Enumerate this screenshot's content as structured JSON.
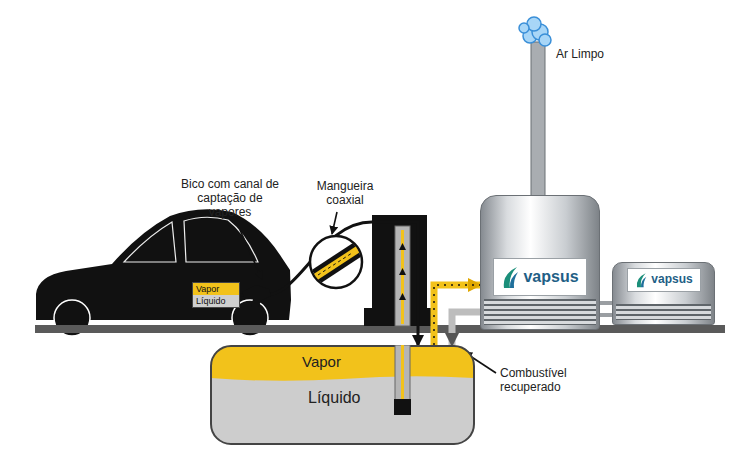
{
  "diagram": {
    "nodes": [
      {
        "text": [
          "Vapor",
          "Líquido"
        ]
      },
      {
        "text": [
          "Vapor",
          "Líquido"
        ]
      },
      {
        "text": [
          "vapsus"
        ]
      },
      {
        "text": [
          "vapsus"
        ]
      }
    ],
    "edges": [
      {
        "from": 0,
        "to": 1,
        "arrow": "to"
      },
      {
        "from": 1,
        "to": 2,
        "arrow": "to"
      },
      {
        "from": 2,
        "to": 1,
        "arrow": "to"
      },
      {
        "from": 2,
        "to": 3,
        "arrow": "none"
      }
    ],
    "labels": [
      "Ar Limpo",
      "Bico com canal de captação de vapores",
      "Mangueira coaxial",
      "Combustível recuperado"
    ]
  }
}
